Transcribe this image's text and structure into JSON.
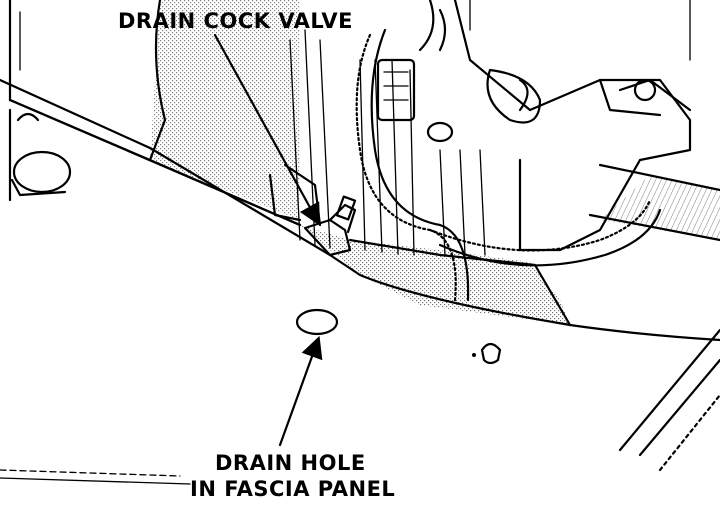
{
  "labels": {
    "drain_cock_valve": "DRAIN COCK VALVE",
    "drain_hole_line1": "DRAIN HOLE",
    "drain_hole_line2": "IN FASCIA PANEL"
  },
  "colors": {
    "ink": "#000000",
    "paper": "#ffffff"
  }
}
